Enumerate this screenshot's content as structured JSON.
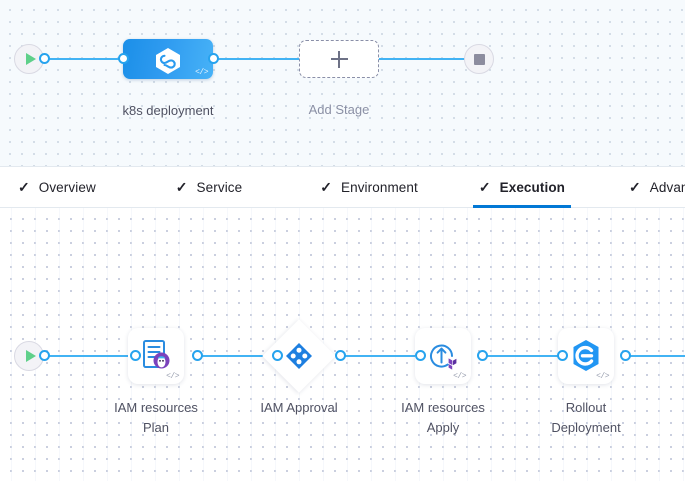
{
  "stage_canvas": {
    "start_node": {
      "icon": "play-icon"
    },
    "end_node": {
      "icon": "stop-icon"
    },
    "stages": [
      {
        "label": "k8s deployment",
        "icon": "harness-hexagon-icon",
        "badge": "</>"
      }
    ],
    "add_stage": {
      "label": "Add Stage",
      "icon": "plus-icon"
    }
  },
  "tabs": [
    {
      "label": "Overview",
      "check": "✓",
      "active": false
    },
    {
      "label": "Service",
      "check": "✓",
      "active": false
    },
    {
      "label": "Environment",
      "check": "✓",
      "active": false
    },
    {
      "label": "Execution",
      "check": "✓",
      "active": true
    },
    {
      "label": "Advanced",
      "check": "✓",
      "active": false
    }
  ],
  "execution_canvas": {
    "start_node": {
      "icon": "play-icon"
    },
    "steps": [
      {
        "label": "IAM resources\nPlan",
        "icon": "terraform-plan-icon",
        "badge": "</>",
        "shape": "rounded"
      },
      {
        "label": "IAM Approval",
        "icon": "harness-approval-icon",
        "badge": "",
        "shape": "diamond"
      },
      {
        "label": "IAM resources\nApply",
        "icon": "terraform-apply-icon",
        "badge": "</>",
        "shape": "rounded"
      },
      {
        "label": "Rollout\nDeployment",
        "icon": "rollout-deployment-icon",
        "badge": "</>",
        "shape": "rounded"
      }
    ]
  },
  "colors": {
    "connector": "#42b3f4",
    "connector_ring": "#26a3ee",
    "accent": "#0278d5",
    "stage_gradient_start": "#1b8fe8",
    "stage_gradient_end": "#47b2f7",
    "terraform_purple": "#7b42bc",
    "play_green": "#5fd08a",
    "stop_gray": "#8c8c9e",
    "caption_text": "#4f5162"
  }
}
